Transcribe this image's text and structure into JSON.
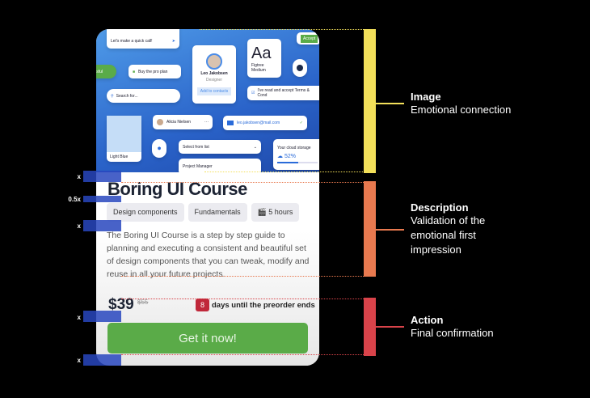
{
  "card": {
    "hero": {
      "quick_call": "Let's make a quick call!",
      "pro_plan": "Buy the pro plan",
      "successful": "essful",
      "search_placeholder": "Search for...",
      "profile_name": "Leo Jakobsen",
      "profile_role": "Designer",
      "add_contacts": "Add to contacts",
      "font_sample": "Aa",
      "font_name": "Figtree",
      "font_weight": "Medium",
      "terms": "I've read and accept Terms & Cond",
      "accept": "Accept",
      "contact_name": "Alicia Nielsen",
      "email": "leo.jakobsen@mail.com",
      "swatch": "Light Blue",
      "select": "Select from list",
      "option": "Project Manager",
      "storage_title": "Your cloud storage",
      "storage_value": "52%",
      "storage_fraction": 0.52
    },
    "title": "Boring UI Course",
    "tags": [
      "Design components",
      "Fundamentals",
      "🎬 5 hours"
    ],
    "description": "The Boring UI Course is a step by step guide to planning and executing a consistent and beautiful set of design components that you can tweak, modify and reuse in all your future projects.",
    "price": "$39",
    "old_price": "$55",
    "days": "8",
    "days_text": "days until the preorder ends",
    "cta": "Get it now!"
  },
  "spacing": [
    "x",
    "0.5x",
    "x",
    "x",
    "x"
  ],
  "sections": [
    {
      "title": "Image",
      "text": "Emotional connection",
      "color": "#f3e05a"
    },
    {
      "title": "Description",
      "text": "Validation of the emotional first impression",
      "color": "#e8794f"
    },
    {
      "title": "Action",
      "text": "Final confirmation",
      "color": "#d9434a"
    }
  ]
}
